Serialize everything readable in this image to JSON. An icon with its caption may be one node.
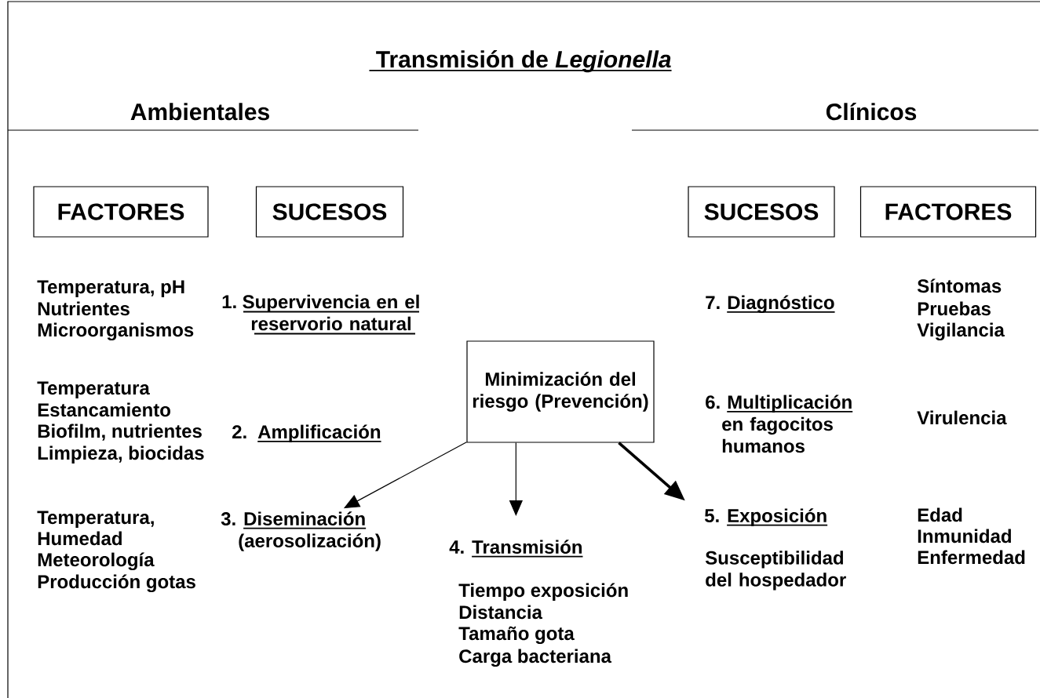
{
  "diagram": {
    "title": " Transmisión de *Legionella*",
    "nodes": [
      {
        "text": [
          "FACTORES"
        ]
      },
      {
        "text": [
          "SUCESOS"
        ]
      },
      {
        "text": [
          "SUCESOS"
        ]
      },
      {
        "text": [
          "FACTORES"
        ]
      },
      {
        "text": [
          "Minimización del riesgo (Prevención)"
        ]
      },
      {
        "text": [
          "3.",
          "Diseminación",
          "(aerosolización)"
        ]
      },
      {
        "text": [
          "4.",
          "Transmisión"
        ]
      },
      {
        "text": [
          "5.",
          "Exposición"
        ]
      }
    ],
    "edges": [
      {
        "from": 4,
        "to": 5,
        "arrow": "to"
      },
      {
        "from": 4,
        "to": 6,
        "arrow": "to"
      },
      {
        "from": 4,
        "to": 7,
        "arrow": "to",
        "style": "thick"
      }
    ],
    "labels": [
      "Ambientales",
      "Clínicos",
      "Temperatura, pH",
      "1.",
      "Supervivencia en el reservorio natural",
      "Nutrientes",
      "Microorganismos",
      "7.",
      "Diagnóstico",
      "Síntomas",
      "Pruebas",
      "Vigilancia",
      "Temperatura",
      "Estancamiento",
      "Biofilm, nutrientes",
      "Limpieza, biocidas",
      "2.",
      "Amplificación",
      "6.",
      "Multiplicación",
      "en fagocitos humanos",
      "Virulencia",
      "Temperatura,",
      "Humedad",
      "Meteorología",
      "Producción gotas",
      "Susceptibilidad del hospedador",
      "Edad",
      "Inmunidad",
      "Enfermedad",
      "Tiempo exposición",
      "Distancia",
      "Tamaño gota",
      "Carga bacteriana"
    ]
  }
}
